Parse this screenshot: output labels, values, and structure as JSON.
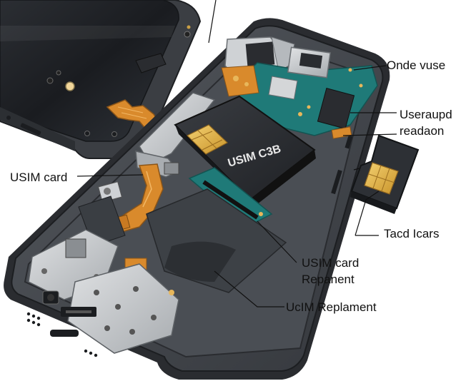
{
  "labels": {
    "onde_vuse": "Onde vuse",
    "user_aupd": "Useraupd",
    "readon": "readaon",
    "usim_card_left": "USIM card",
    "tacd_icars": "Tacd Icars",
    "usim_card_replacement_1": "USIM card",
    "usim_card_replacement_2": "Repanent",
    "ucim_replament": "UcIM Replament"
  },
  "chip_text": "USIM C3B",
  "colors": {
    "phone_body": "#3c3f44",
    "phone_frame": "#2a2c30",
    "pcb": "#1f7a78",
    "flex_cable": "#d98a2c",
    "sim_gold": "#e7b743",
    "shield": "#c9cccf",
    "label_text": "#111111"
  }
}
